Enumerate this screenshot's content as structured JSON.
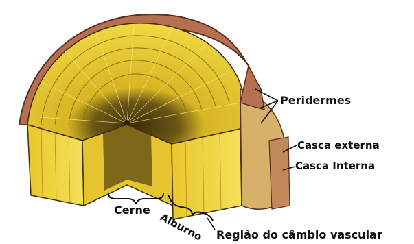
{
  "labels": {
    "peridermes": "Peridermes",
    "casca_externa": "Casca externa",
    "casca_interna": "Casca Interna",
    "cerne": "Cerne",
    "alburno": "Alburno",
    "regiao_cambio": "Região do câmbio vascular"
  },
  "colors": {
    "wood_light": "#f2d93a",
    "wood_mid": "#d9b51c",
    "heartwood": "#5a4a12",
    "bark": "#b5704f",
    "ink": "#111111"
  }
}
